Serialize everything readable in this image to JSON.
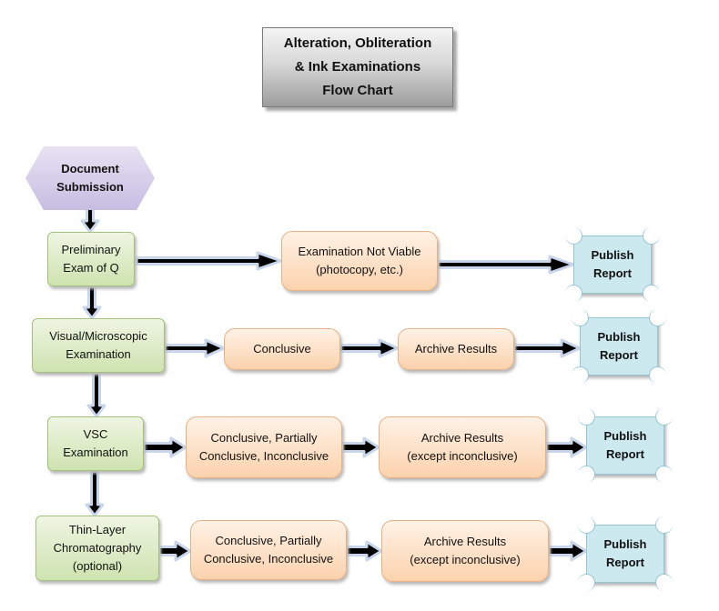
{
  "title": {
    "lines": "Alteration, Obliteration\n& Ink Examinations\nFlow Chart"
  },
  "start": {
    "label": "Document\nSubmission"
  },
  "rows": [
    {
      "step": "Preliminary\nExam of Q",
      "result": "Examination Not Viable\n(photocopy, etc.)",
      "publish": "Publish\nReport"
    },
    {
      "step": "Visual/Microscopic\nExamination",
      "result": "Conclusive",
      "archive": "Archive Results",
      "publish": "Publish\nReport"
    },
    {
      "step": "VSC\nExamination",
      "result": "Conclusive, Partially\nConclusive, Inconclusive",
      "archive": "Archive Results\n(except inconclusive)",
      "publish": "Publish\nReport"
    },
    {
      "step": "Thin-Layer\nChromatography\n(optional)",
      "result": "Conclusive, Partially\nConclusive, Inconclusive",
      "archive": "Archive Results\n(except inconclusive)",
      "publish": "Publish\nReport"
    }
  ],
  "colors": {
    "step_fill": "#d6e7bd",
    "result_fill": "#fcdcc0",
    "publish_fill": "#cde9f0",
    "start_fill": "#d3cbe8",
    "arrow_fill": "#000000",
    "arrow_outline": "#c8d5ea"
  }
}
